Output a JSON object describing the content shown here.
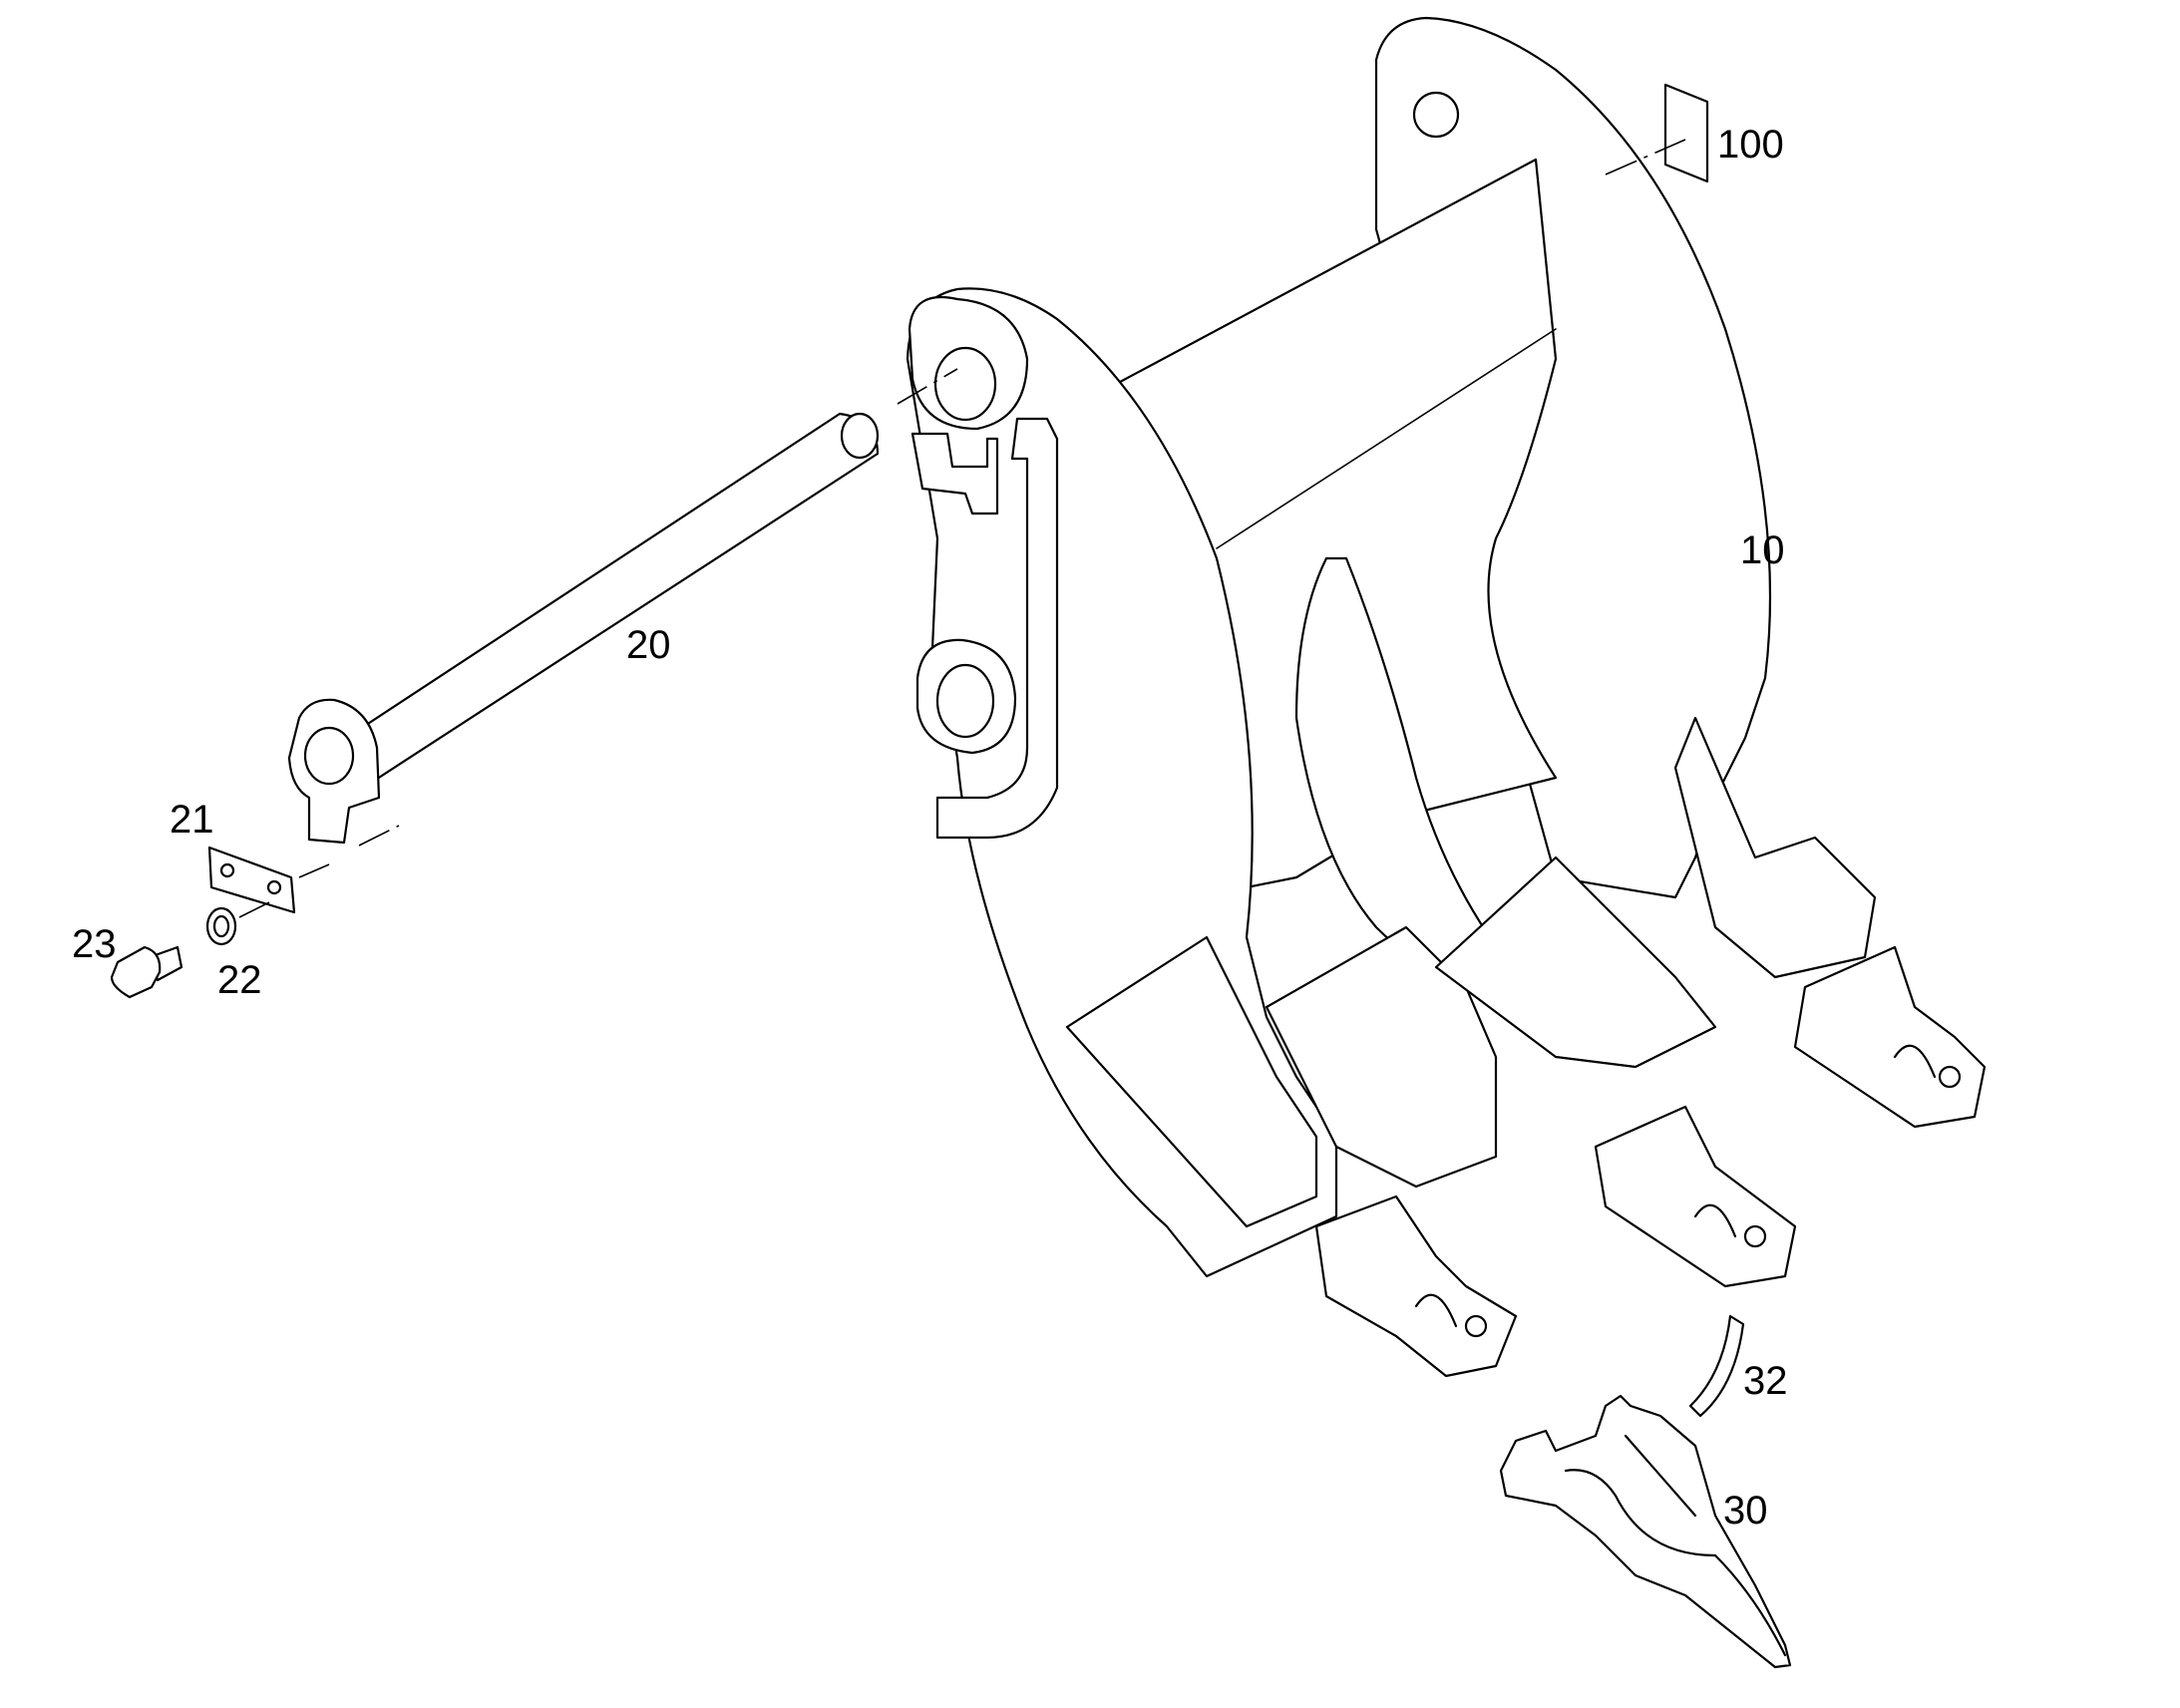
{
  "callouts": {
    "p100": "100",
    "p10": "10",
    "p20": "20",
    "p21": "21",
    "p22": "22",
    "p23": "23",
    "p30": "30",
    "p32": "32"
  }
}
